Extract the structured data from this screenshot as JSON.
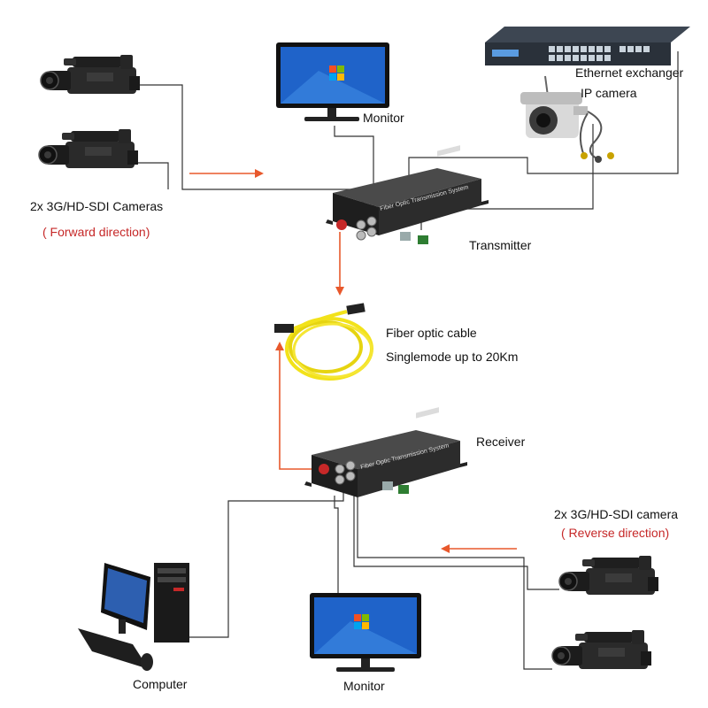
{
  "labels": {
    "monitor_top": "Monitor",
    "ethernet": "Ethernet exchanger",
    "ip_camera": "IP camera",
    "cameras_forward": "2x 3G/HD-SDI Cameras",
    "forward_direction": "( Forward direction)",
    "transmitter": "Transmitter",
    "fiber_cable": "Fiber optic cable",
    "singlemode": "Singlemode up to 20Km",
    "receiver": "Receiver",
    "cameras_reverse": "2x 3G/HD-SDI camera",
    "reverse_direction": "( Reverse direction)",
    "computer": "Computer",
    "monitor_bottom": "Monitor"
  },
  "device_text": "Fiber Optic Transmission System",
  "colors": {
    "arrow": "#e8582c",
    "red_text": "#c62828",
    "device_body": "#2b2b2b",
    "fiber": "#f2e21a",
    "screen": "#1f63c9"
  }
}
